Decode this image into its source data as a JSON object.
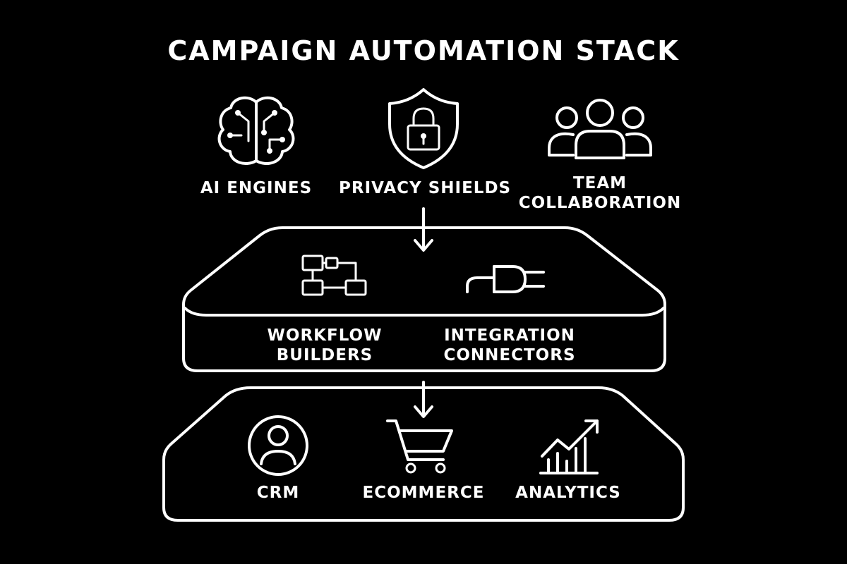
{
  "title": "CAMPAIGN AUTOMATION STACK",
  "top_tier": [
    {
      "label": "AI ENGINES",
      "icon": "brain-icon"
    },
    {
      "label": "PRIVACY SHIELDS",
      "icon": "shield-lock-icon"
    },
    {
      "label_lines": [
        "TEAM",
        "COLLABORATION"
      ],
      "icon": "team-icon"
    }
  ],
  "middle_tier": [
    {
      "label_lines": [
        "WORKFLOW",
        "BUILDERS"
      ],
      "icon": "workflow-icon"
    },
    {
      "label_lines": [
        "INTEGRATION",
        "CONNECTORS"
      ],
      "icon": "plug-icon"
    }
  ],
  "bottom_tier": [
    {
      "label": "CRM",
      "icon": "user-circle-icon"
    },
    {
      "label": "ECOMMERCE",
      "icon": "cart-icon"
    },
    {
      "label": "ANALYTICS",
      "icon": "growth-chart-icon"
    }
  ],
  "colors": {
    "background": "#000000",
    "foreground": "#ffffff"
  }
}
